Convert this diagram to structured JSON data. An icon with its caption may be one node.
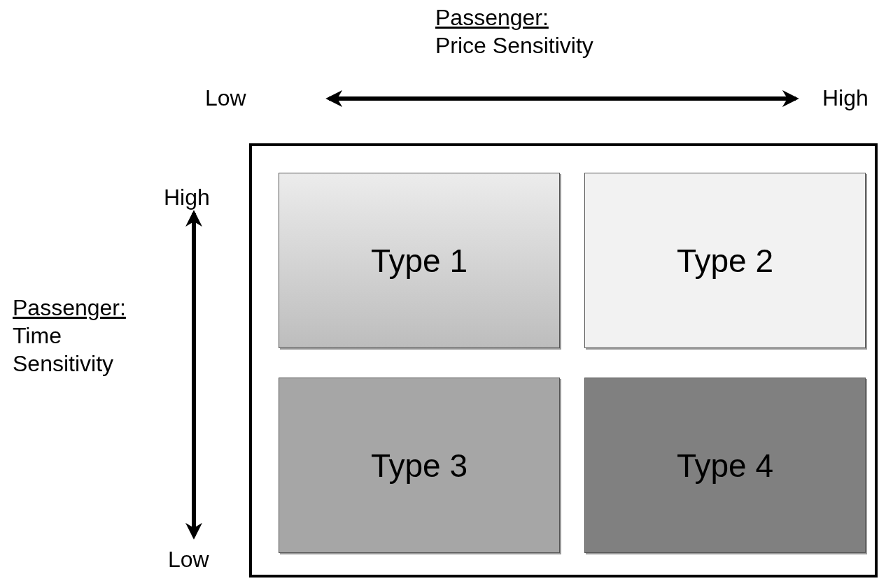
{
  "diagram": {
    "nodes": [
      {
        "text": [],
        "shape": "box"
      },
      {
        "text": [
          "Type 1"
        ],
        "in": 0
      },
      {
        "text": [
          "Type 2"
        ],
        "in": 0
      },
      {
        "text": [
          "Type 3"
        ],
        "in": 0
      },
      {
        "text": [
          "Type 4"
        ],
        "in": 0
      }
    ],
    "edges": [],
    "labels": [
      "Passenger:",
      "Price Sensitivity",
      "Low",
      "High",
      "High",
      "Passenger:",
      "Time Sensitivity",
      "Low"
    ]
  }
}
